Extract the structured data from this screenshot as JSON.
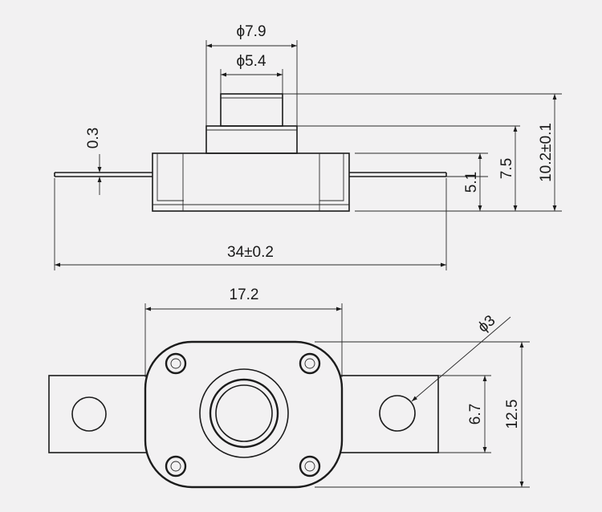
{
  "drawing": {
    "description_free": true,
    "line_color": "#1c1c1c",
    "background_color": "#f2f1f2",
    "side_view": {
      "dimensions": {
        "outer_diameter": "ϕ7.9",
        "inner_diameter": "ϕ5.4",
        "tab_thickness": "0.3",
        "base_height": "5.1",
        "body_height": "7.5",
        "total_height": "10.2±0.1",
        "overall_length": "34±0.2"
      }
    },
    "top_view": {
      "dimensions": {
        "body_width": "17.2",
        "hole_diameter": "ϕ3",
        "tab_width": "6.7",
        "body_depth": "12.5"
      }
    }
  }
}
